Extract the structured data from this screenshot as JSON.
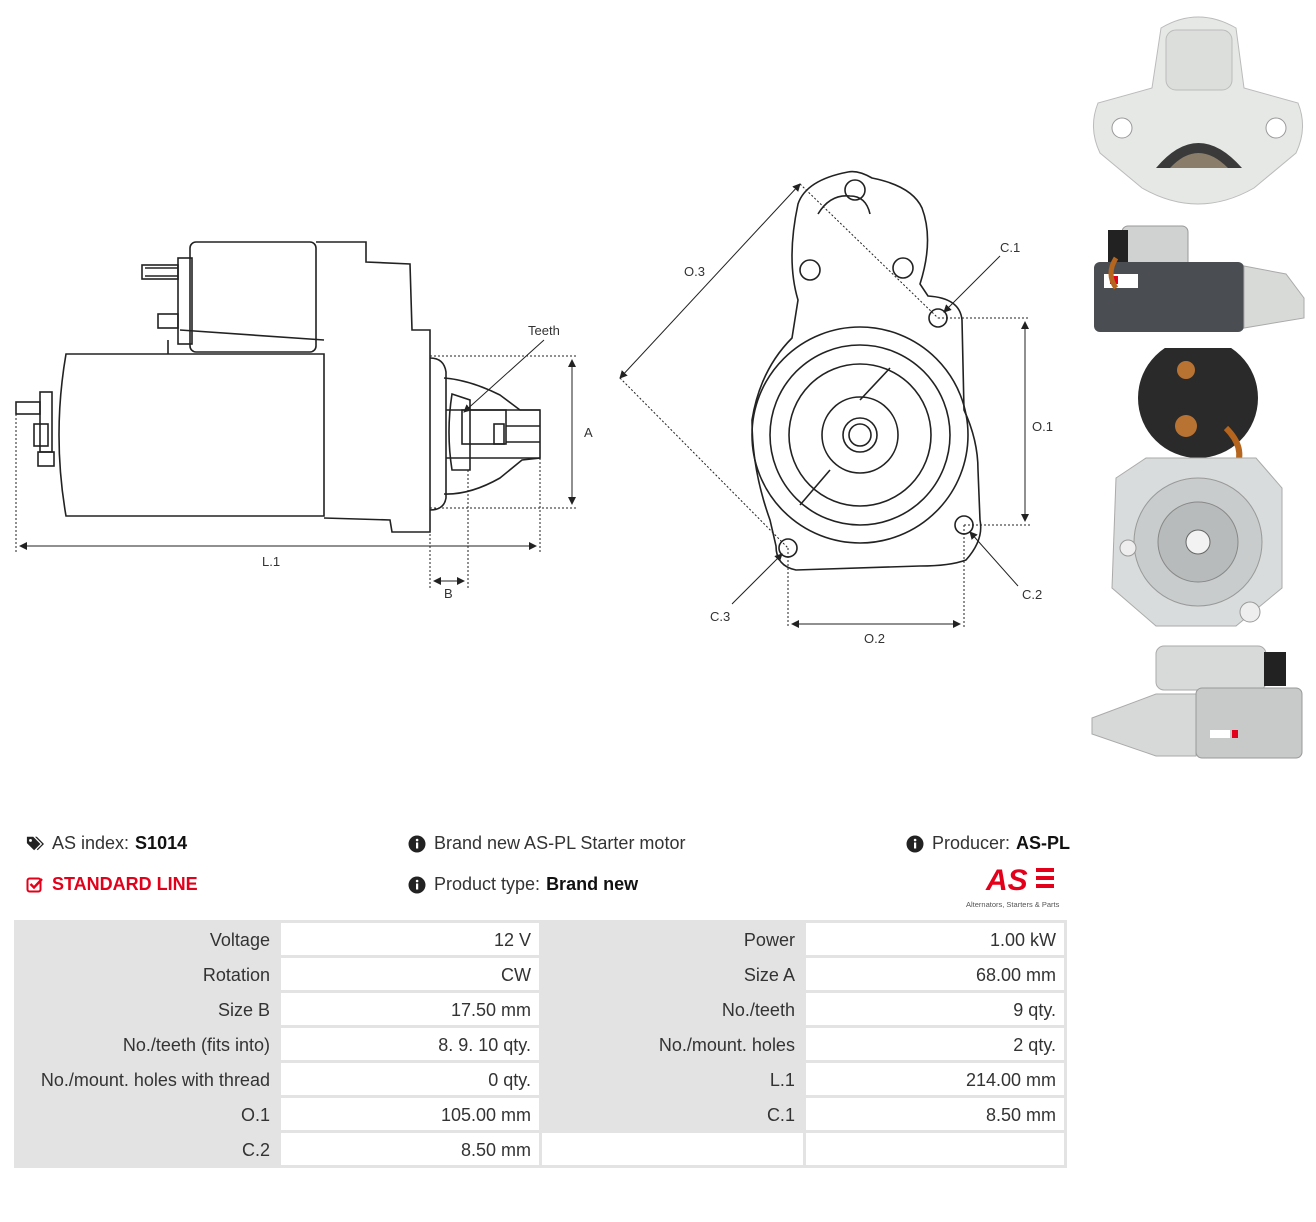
{
  "diagram": {
    "labels": {
      "teeth": "Teeth",
      "a": "A",
      "b": "B",
      "l1": "L.1",
      "o1": "O.1",
      "o2": "O.2",
      "o3": "O.3",
      "c1": "C.1",
      "c2": "C.2",
      "c3": "C.3"
    }
  },
  "header": {
    "as_index_label": "AS index:",
    "as_index_value": "S1014",
    "standard_line": "STANDARD LINE",
    "description": "Brand new AS-PL Starter motor",
    "product_type_label": "Product type:",
    "product_type_value": "Brand new",
    "producer_label": "Producer:",
    "producer_value": "AS-PL"
  },
  "logo": {
    "text": "AS",
    "tagline": "Alternators, Starters & Parts"
  },
  "icons": {
    "tag": "tags-icon",
    "check": "check-square-icon",
    "info": "info-circle-icon"
  },
  "colors": {
    "accent": "#e3001b",
    "table_bg": "#e3e3e3",
    "text": "#333333"
  },
  "specs": [
    [
      {
        "label": "Voltage",
        "value": "12 V"
      },
      {
        "label": "Power",
        "value": "1.00 kW"
      }
    ],
    [
      {
        "label": "Rotation",
        "value": "CW"
      },
      {
        "label": "Size A",
        "value": "68.00 mm"
      }
    ],
    [
      {
        "label": "Size B",
        "value": "17.50 mm"
      },
      {
        "label": "No./teeth",
        "value": "9 qty."
      }
    ],
    [
      {
        "label": "No./teeth (fits into)",
        "value": "8. 9. 10 qty."
      },
      {
        "label": "No./mount. holes",
        "value": "2 qty."
      }
    ],
    [
      {
        "label": "No./mount. holes with thread",
        "value": "0 qty."
      },
      {
        "label": "L.1",
        "value": "214.00 mm"
      }
    ],
    [
      {
        "label": "O.1",
        "value": "105.00 mm"
      },
      {
        "label": "C.1",
        "value": "8.50 mm"
      }
    ],
    [
      {
        "label": "C.2",
        "value": "8.50 mm"
      },
      {
        "label": "",
        "value": ""
      }
    ]
  ]
}
